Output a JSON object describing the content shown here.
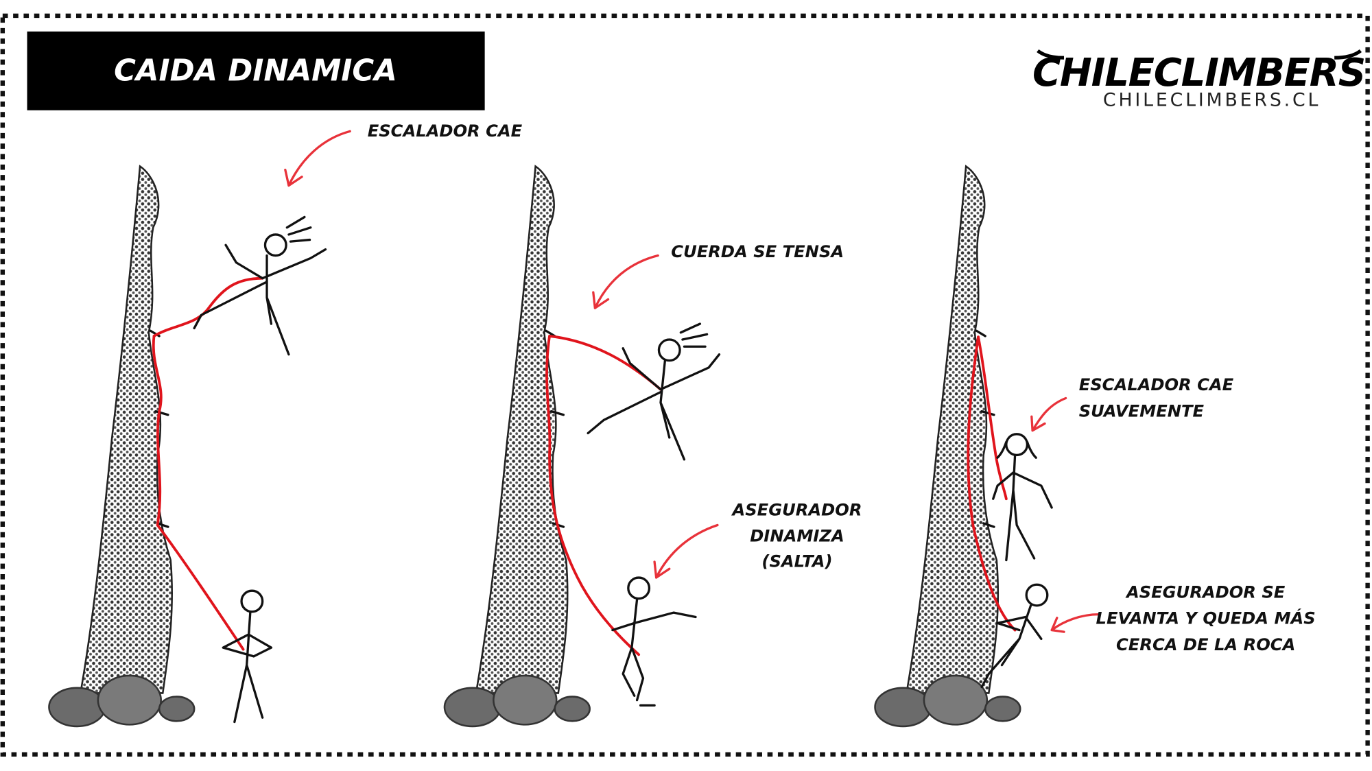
{
  "title": "CAIDA DINAMICA",
  "logo": {
    "wordmark": "CHILECLIMBERS",
    "url": "CHILECLIMBERS.CL"
  },
  "panels": [
    {
      "labels": [
        "ESCALADOR CAE"
      ]
    },
    {
      "labels": [
        "CUERDA SE TENSA",
        "ASEGURADOR",
        "DINAMIZA",
        "(SALTA)"
      ]
    },
    {
      "labels": [
        "ESCALADOR CAE",
        "SUAVEMENTE",
        "ASEGURADOR SE",
        "LEVANTA Y QUEDA MÁS",
        "CERCA DE LA ROCA"
      ]
    }
  ],
  "colors": {
    "rope": "#e0141c",
    "arrow": "#e8323a",
    "title_bg": "#000000"
  }
}
